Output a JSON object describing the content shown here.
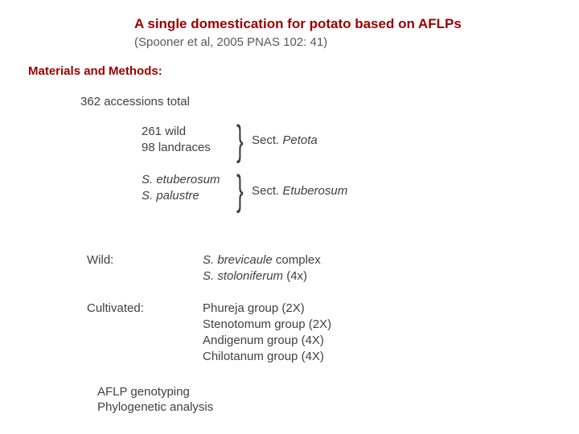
{
  "slide": {
    "title": "A single domestication for potato based on AFLPs",
    "citation": "(Spooner et al, 2005 PNAS 102: 41)",
    "section_heading": "Materials and Methods:",
    "accessions_total": "362 accessions total",
    "brace_glyph": "}",
    "groups": [
      {
        "line1": "261 wild",
        "line2": "98 landraces",
        "label_prefix": "Sect. ",
        "label_taxon": "Petota"
      },
      {
        "line1": "S. etuberosum",
        "line2": "S. palustre",
        "label_prefix": "Sect. ",
        "label_taxon": "Etuberosum"
      }
    ],
    "wild": {
      "label": "Wild:",
      "item1_italic": "S. brevicaule",
      "item1_rest": " complex",
      "item2_italic": "S. stoloniferum",
      "item2_rest": " (4x)"
    },
    "cultivated": {
      "label": "Cultivated:",
      "items": [
        "Phureja group (2X)",
        "Stenotomum group (2X)",
        "Andigenum group (4X)",
        "Chilotanum group (4X)"
      ]
    },
    "methods": {
      "line1": "AFLP genotyping",
      "line2": "Phylogenetic analysis"
    },
    "colors": {
      "heading": "#990000",
      "citation": "#595959",
      "body": "#404040",
      "background": "#ffffff"
    }
  }
}
